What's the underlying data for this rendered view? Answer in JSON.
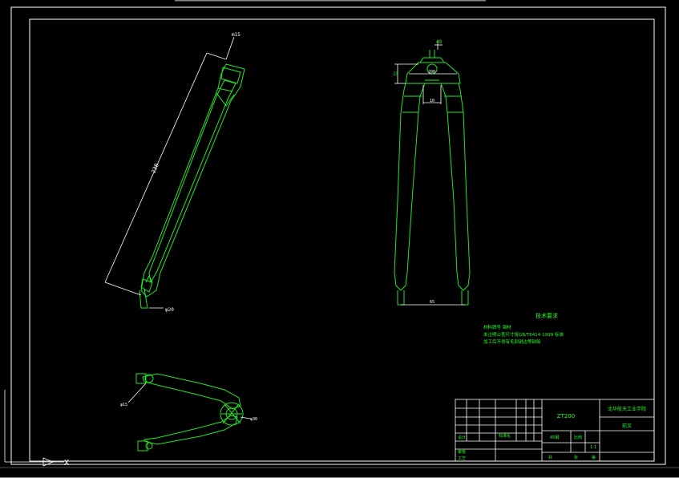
{
  "colors": {
    "background": "#000000",
    "frame": "#ffffff",
    "geometry": "#22e622",
    "annotation": "#ffffff",
    "title_text": "#22ff22"
  },
  "dimensions": {
    "side_top": "m15",
    "side_length": "230",
    "side_bottom": "φ20",
    "front_top": "48",
    "front_left": "15",
    "front_width": "200",
    "front_inner": "10",
    "front_bottom": "65",
    "plan_left": "φ15",
    "plan_right": "φ30"
  },
  "tech_notes": {
    "title": "技术要求",
    "line1": "材料牌号 钢材",
    "line2": "未注明公差尺寸按GB/T6414-1999 标准",
    "line3": "加工后不得有毛刺锐边等缺陷"
  },
  "title_block": {
    "drawing_no": "ZT200",
    "school": "北华航天工业学院",
    "part_name": "前叉",
    "design_label": "设计",
    "check_label": "审核",
    "process_label": "工艺",
    "std_label": "标准化",
    "material": "45钢",
    "scale_label": "比例",
    "scale": "1:1",
    "sheet_label": "共",
    "sheet_mid": "张",
    "sheet_of": "第"
  },
  "ucs": {
    "x_label": "X"
  }
}
